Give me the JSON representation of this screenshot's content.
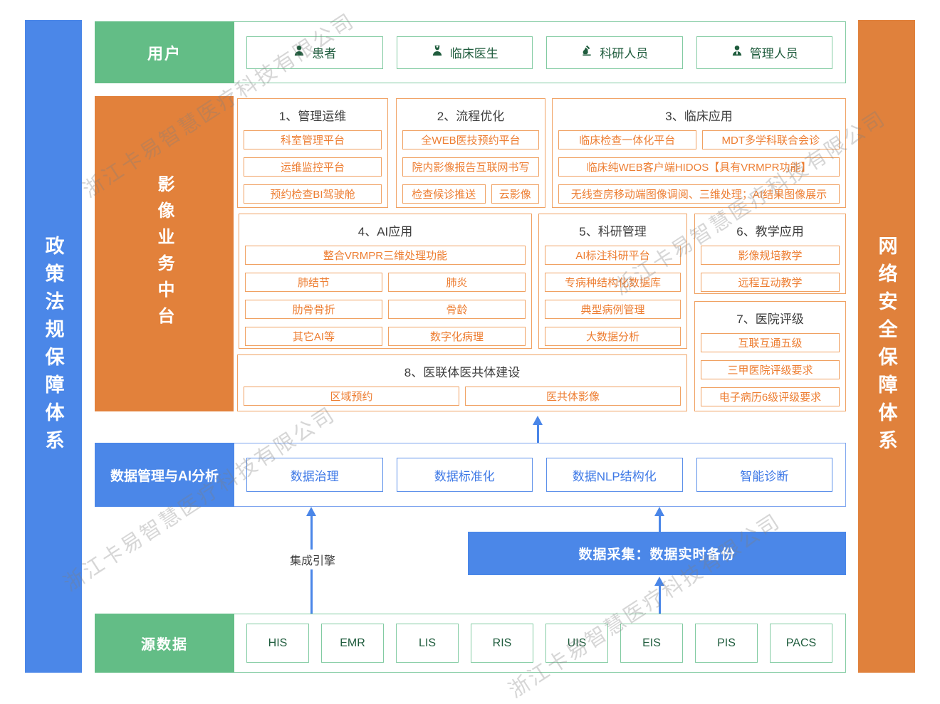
{
  "watermark": {
    "text": "浙江卡易智慧医疗科技有限公司"
  },
  "bars": {
    "left": "政策法规保障体系",
    "right": "网络安全保障体系"
  },
  "colors": {
    "green": "#63BD86",
    "green_border": "#82CBA2",
    "green_text": "#1F5C3D",
    "orange": "#E2813B",
    "orange_border": "#F0A162",
    "orange_text": "#ED7D31",
    "blue": "#4B87E8",
    "blue_border": "#5E91EA",
    "blue_text": "#3D78E6",
    "title_text": "#3C3C3C"
  },
  "user_row": {
    "label": "用户",
    "items": [
      {
        "icon": "patient-icon",
        "label": "患者"
      },
      {
        "icon": "doctor-icon",
        "label": "临床医生"
      },
      {
        "icon": "microscope-icon",
        "label": "科研人员"
      },
      {
        "icon": "admin-icon",
        "label": "管理人员"
      }
    ]
  },
  "platform": {
    "label": "影像业务中台",
    "sections": [
      {
        "id": "s1",
        "title": "1、管理运维",
        "rows": [
          [
            "科室管理平台"
          ],
          [
            "运维监控平台"
          ],
          [
            "预约检查BI驾驶舱"
          ]
        ]
      },
      {
        "id": "s2",
        "title": "2、流程优化",
        "rows": [
          [
            "全WEB医技预约平台"
          ],
          [
            "院内影像报告互联网书写"
          ],
          [
            {
              "t": "检查候诊推送",
              "f": 1.75
            },
            {
              "t": "云影像",
              "f": 1
            }
          ]
        ]
      },
      {
        "id": "s3",
        "title": "3、临床应用",
        "rows": [
          [
            "临床检查一体化平台",
            "MDT多学科联合会诊"
          ],
          [
            "临床纯WEB客户端HIDOS【具有VRMPR功能】"
          ],
          [
            "无线查房移动端图像调阅、三维处理；AI结果图像展示"
          ]
        ]
      },
      {
        "id": "s4",
        "title": "4、AI应用",
        "rows": [
          [
            "整合VRMPR三维处理功能"
          ],
          [
            "肺结节",
            "肺炎"
          ],
          [
            "肋骨骨折",
            "骨龄"
          ],
          [
            "其它AI等",
            "数字化病理"
          ]
        ]
      },
      {
        "id": "s5",
        "title": "5、科研管理",
        "rows": [
          [
            "AI标注科研平台"
          ],
          [
            "专病种结构化数据库"
          ],
          [
            "典型病例管理"
          ],
          [
            "大数据分析"
          ]
        ]
      },
      {
        "id": "s6",
        "title": "6、教学应用",
        "rows": [
          [
            "影像规培教学"
          ],
          [
            "远程互动教学"
          ]
        ]
      },
      {
        "id": "s7",
        "title": "7、医院评级",
        "rows": [
          [
            "互联互通五级"
          ],
          [
            "三甲医院评级要求"
          ],
          [
            "电子病历6级评级要求"
          ]
        ]
      },
      {
        "id": "s8",
        "title": "8、医联体医共体建设",
        "rows": [
          [
            "区域预约",
            "医共体影像"
          ]
        ]
      }
    ]
  },
  "data_mgmt": {
    "label": "数据管理与AI分析",
    "items": [
      "数据治理",
      "数据标准化",
      "数据NLP结构化",
      "智能诊断"
    ]
  },
  "flow": {
    "integration_engine": "集成引擎",
    "data_collection": "数据采集：数据实时备份"
  },
  "source_row": {
    "label": "源数据",
    "items": [
      "HIS",
      "EMR",
      "LIS",
      "RIS",
      "UIS",
      "EIS",
      "PIS",
      "PACS"
    ]
  }
}
